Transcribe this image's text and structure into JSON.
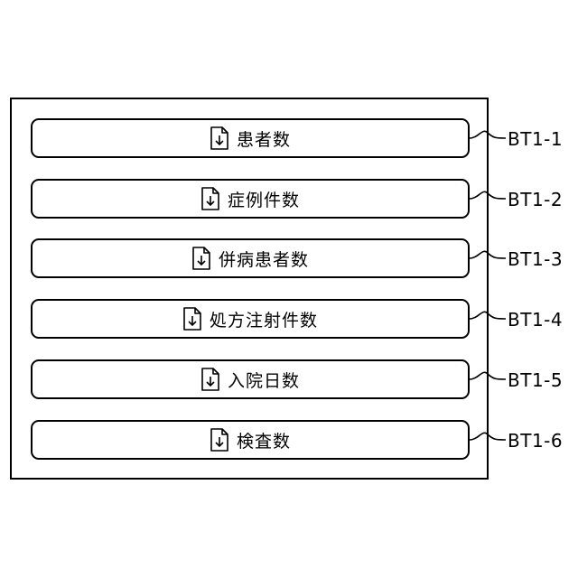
{
  "buttons": [
    {
      "label": "患者数",
      "ref": "BT1-1",
      "icon": "document-download-icon"
    },
    {
      "label": "症例件数",
      "ref": "BT1-2",
      "icon": "document-download-icon"
    },
    {
      "label": "併病患者数",
      "ref": "BT1-3",
      "icon": "document-download-icon"
    },
    {
      "label": "処方注射件数",
      "ref": "BT1-4",
      "icon": "document-download-icon"
    },
    {
      "label": "入院日数",
      "ref": "BT1-5",
      "icon": "document-download-icon"
    },
    {
      "label": "検査数",
      "ref": "BT1-6",
      "icon": "document-download-icon"
    }
  ]
}
